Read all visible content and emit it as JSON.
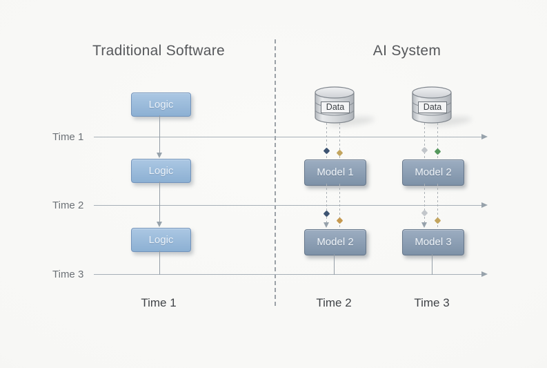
{
  "titles": {
    "left": "Traditional Software",
    "right": "AI System"
  },
  "timeline_rows": [
    {
      "label": "Time 1"
    },
    {
      "label": "Time 2"
    },
    {
      "label": "Time 3"
    }
  ],
  "traditional": {
    "boxes": [
      {
        "label": "Logic"
      },
      {
        "label": "Logic"
      },
      {
        "label": "Logic"
      }
    ],
    "bottom_label": "Time 1"
  },
  "ai": {
    "columns": [
      {
        "data_label": "Data",
        "model_t2": "Model 1",
        "model_t3": "Model 2",
        "bottom_label": "Time 2"
      },
      {
        "data_label": "Data",
        "model_t2": "Model 2",
        "model_t3": "Model 3",
        "bottom_label": "Time 3"
      }
    ]
  },
  "icons": {
    "database-icon": "cylinder shape",
    "arrow-down-icon": "solid triangle pointing down",
    "arrow-right-icon": "solid triangle pointing right",
    "flow-dot": "small diamond marker"
  },
  "colors": {
    "logic_box_top": "#abc7e3",
    "logic_box_bottom": "#8cb0d3",
    "model_box_top": "#9cadc1",
    "model_box_bottom": "#7d91a7",
    "timeline_line": "#a6afb7",
    "dot_navy": "#3d5472",
    "dot_gold": "#c3a55f",
    "dot_orange": "#c6994f",
    "dot_gray": "#c2c6ca",
    "dot_green": "#55985d"
  }
}
